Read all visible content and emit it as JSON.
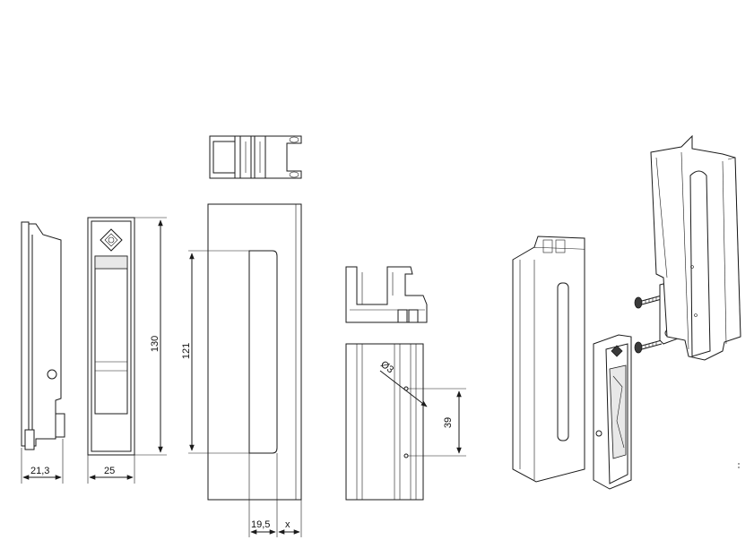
{
  "dimensions": {
    "side_width": "21,3",
    "front_width": "25",
    "front_height": "130",
    "cutout_height": "121",
    "offset_a": "19,5",
    "offset_x": "x",
    "hole_spacing": "39",
    "hole_diameter": "Ø3"
  },
  "colors": {
    "line": "#1a1a1a",
    "background": "#ffffff"
  }
}
